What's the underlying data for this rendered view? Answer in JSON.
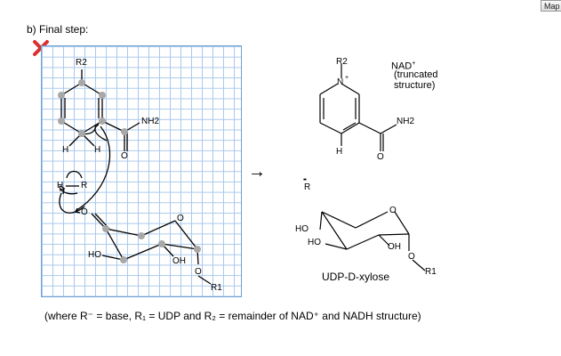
{
  "corner_button": {
    "label": "Map"
  },
  "step": {
    "title": "b) Final step:"
  },
  "drawing": {
    "r2_label": "R2",
    "r2_sub": "2",
    "nh2": "NH2",
    "h_left": "H",
    "h_right": "H",
    "o_amide": "O",
    "hr_h": "H",
    "hr_r": "R",
    "o_carbonyl": "O",
    "o_ring": "O",
    "ho": "HO",
    "oh": "OH",
    "o_glyc": "O",
    "r1": "R1"
  },
  "arrow": {
    "symbol": "→"
  },
  "base": {
    "label": "R",
    "charge": "••"
  },
  "nad": {
    "r2": "R2",
    "n_plus": "N",
    "title_line1": "NAD",
    "title_sup": "+",
    "title_line2": "(truncated",
    "title_line3": "structure)",
    "nh2": "NH2",
    "h": "H",
    "o": "O"
  },
  "xylose": {
    "ho_top": "HO",
    "ho_bottom": "HO",
    "oh": "OH",
    "o_ring": "O",
    "o_glyc": "O",
    "r1": "R1",
    "name": "UDP-D-xylose"
  },
  "footnote": {
    "text": "(where R⁻ = base, R₁ = UDP and R₂ = remainder of NAD⁺ and NADH structure)"
  },
  "colors": {
    "grid": "#a9c9ec",
    "x_mark": "#d9302c",
    "node": "#a8a8a8"
  }
}
